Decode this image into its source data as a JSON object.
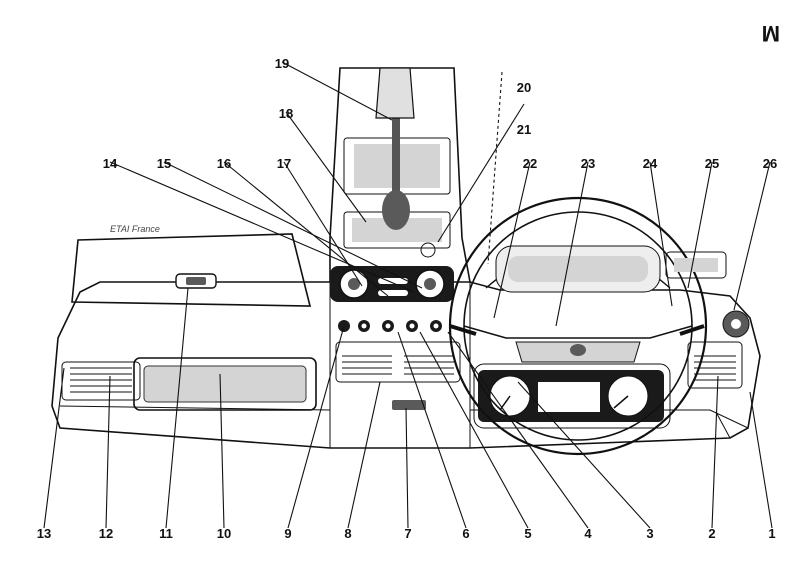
{
  "page": {
    "section_letter": "M",
    "maker_mark": "ETAI France"
  },
  "callouts": [
    "1",
    "2",
    "3",
    "4",
    "5",
    "6",
    "7",
    "8",
    "9",
    "10",
    "11",
    "12",
    "13",
    "14",
    "15",
    "16",
    "17",
    "18",
    "19",
    "20",
    "21",
    "22",
    "23",
    "24",
    "25",
    "26"
  ]
}
